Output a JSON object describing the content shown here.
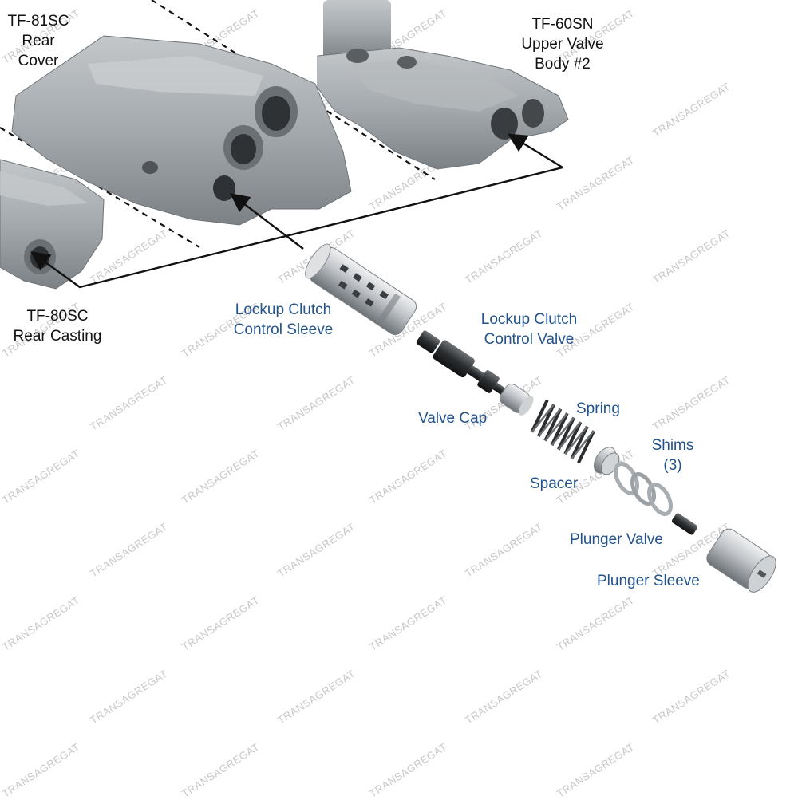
{
  "watermark": "TRANSAGREGAT",
  "labels": {
    "rear_cover": [
      "TF-81SC",
      "Rear",
      "Cover"
    ],
    "upper_valve_body": [
      "TF-60SN",
      "Upper Valve",
      "Body #2"
    ],
    "rear_casting": [
      "TF-80SC",
      "Rear Casting"
    ],
    "lockup_sleeve": [
      "Lockup Clutch",
      "Control Sleeve"
    ],
    "lockup_valve": [
      "Lockup Clutch",
      "Control Valve"
    ],
    "valve_cap": "Valve Cap",
    "spring": "Spring",
    "shims": [
      "Shims",
      "(3)"
    ],
    "spacer": "Spacer",
    "plunger_valve": "Plunger Valve",
    "plunger_sleeve": "Plunger Sleeve"
  },
  "colors": {
    "label_blue": "#23538c",
    "label_black": "#111111",
    "casting_gray": "#9ea3a7"
  }
}
